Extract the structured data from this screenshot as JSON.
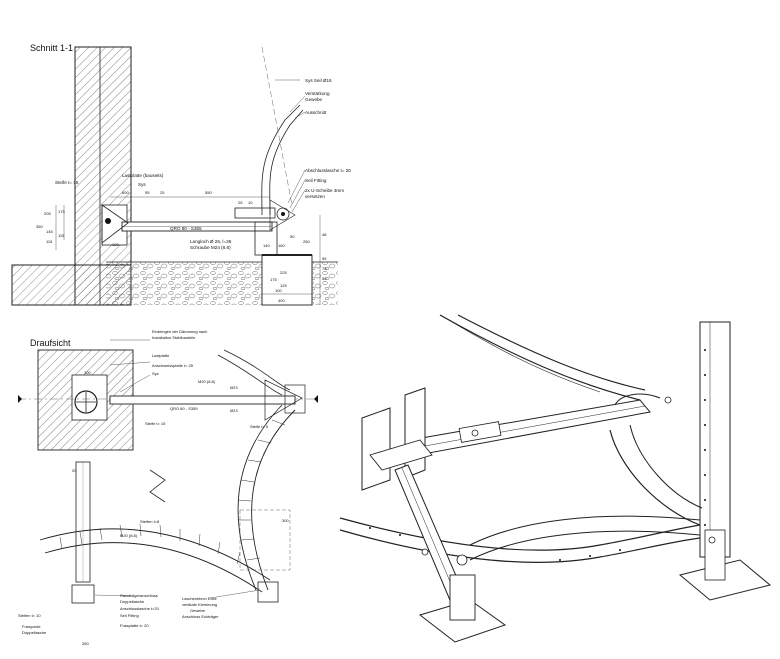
{
  "section": {
    "title": "Schnitt 1-1",
    "labels": {
      "sys_seil": "Sys Seil Ø16",
      "verstaerkung1": "Verstärkung",
      "verstaerkung2": "Gewebe",
      "ausschnitt": "Ausschnitt",
      "lastplatte": "Lastplatte (bauseits)",
      "sys": "Sys",
      "steife": "Steife t= 15",
      "abschlusslasche": "Abschlusslasche t= 20",
      "seil_fitting": "Seil Fitting",
      "u_scheibe1": "2x U-Scheibe 3mm",
      "u_scheibe2": "versetzen",
      "qro": "QRO 80 - S355",
      "langloch": "Langloch Ø 26, l=36",
      "schraube": "Schraube M24 (8.8)"
    },
    "dims": [
      "600",
      "55",
      "25",
      "550",
      "25",
      "10",
      "205",
      "175",
      "115",
      "350",
      "145",
      "115",
      "250",
      "160",
      "140",
      "100",
      "50",
      "48",
      "95",
      "75",
      "50",
      "225",
      "175",
      "125",
      "100",
      "400"
    ]
  },
  "plan": {
    "title": "Draufsicht",
    "labels": {
      "einbringen1": "Einbringen der Dämmung nach",
      "einbringen2": "Installation Stahlbauteile",
      "lastplatte": "Lastplatte",
      "anschweiss": "Anschweissplatte t= 25",
      "sys": "Sys",
      "m20a": "M20 (8.8)",
      "d23": "Ø23",
      "d23b": "Ø23",
      "qro": "QRO 80 - S355",
      "steife15": "Steife t= 15",
      "steife5": "Steife t= 5",
      "steifen8": "Steifen t=8",
      "m20b": "M20 (8.8)",
      "randtraeger1": "Randträgeranschluss",
      "randtraeger2": "Doppellasche",
      "anschlusslasche": "Anschlusslasche t=20",
      "seil_fitting": "Seil Fitting",
      "fussplatte": "Fussplatte t= 20",
      "laschenblech": "Laschenblech Ecke",
      "vertikale": "vertikale Klemmung",
      "gewebe": "Gewebe",
      "anschluss_eck": "Anschluss Eckträger",
      "steifen10": "Steifen t= 10",
      "fusspunkt1": "Fusspunkt",
      "fusspunkt2": "Doppellasche",
      "dim100": "100",
      "dim260": "260",
      "dim300": "300",
      "dim20": "20"
    }
  }
}
